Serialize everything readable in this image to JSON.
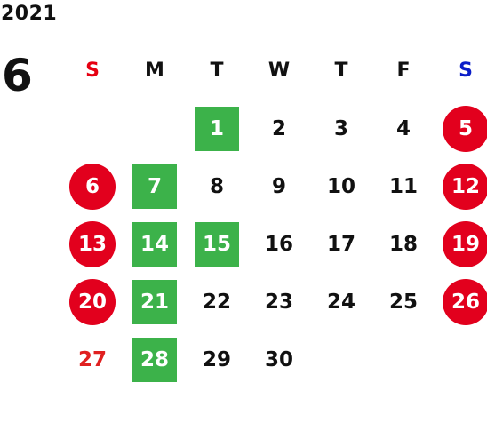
{
  "calendar": {
    "year": "2021",
    "month": "6",
    "weekdays": [
      "S",
      "M",
      "T",
      "W",
      "T",
      "F",
      "S"
    ],
    "days": {
      "d1": "1",
      "d2": "2",
      "d3": "3",
      "d4": "4",
      "d5": "5",
      "d6": "6",
      "d7": "7",
      "d8": "8",
      "d9": "9",
      "d10": "10",
      "d11": "11",
      "d12": "12",
      "d13": "13",
      "d14": "14",
      "d15": "15",
      "d16": "16",
      "d17": "17",
      "d18": "18",
      "d19": "19",
      "d20": "20",
      "d21": "21",
      "d22": "22",
      "d23": "23",
      "d24": "24",
      "d25": "25",
      "d26": "26",
      "d27": "27",
      "d28": "28",
      "d29": "29",
      "d30": "30"
    }
  },
  "colors": {
    "sunday_header": "#e60012",
    "saturday_header": "#0b1ec8",
    "holiday_circle": "#e2001d",
    "highlight_square": "#3cb24a",
    "text": "#111111"
  }
}
